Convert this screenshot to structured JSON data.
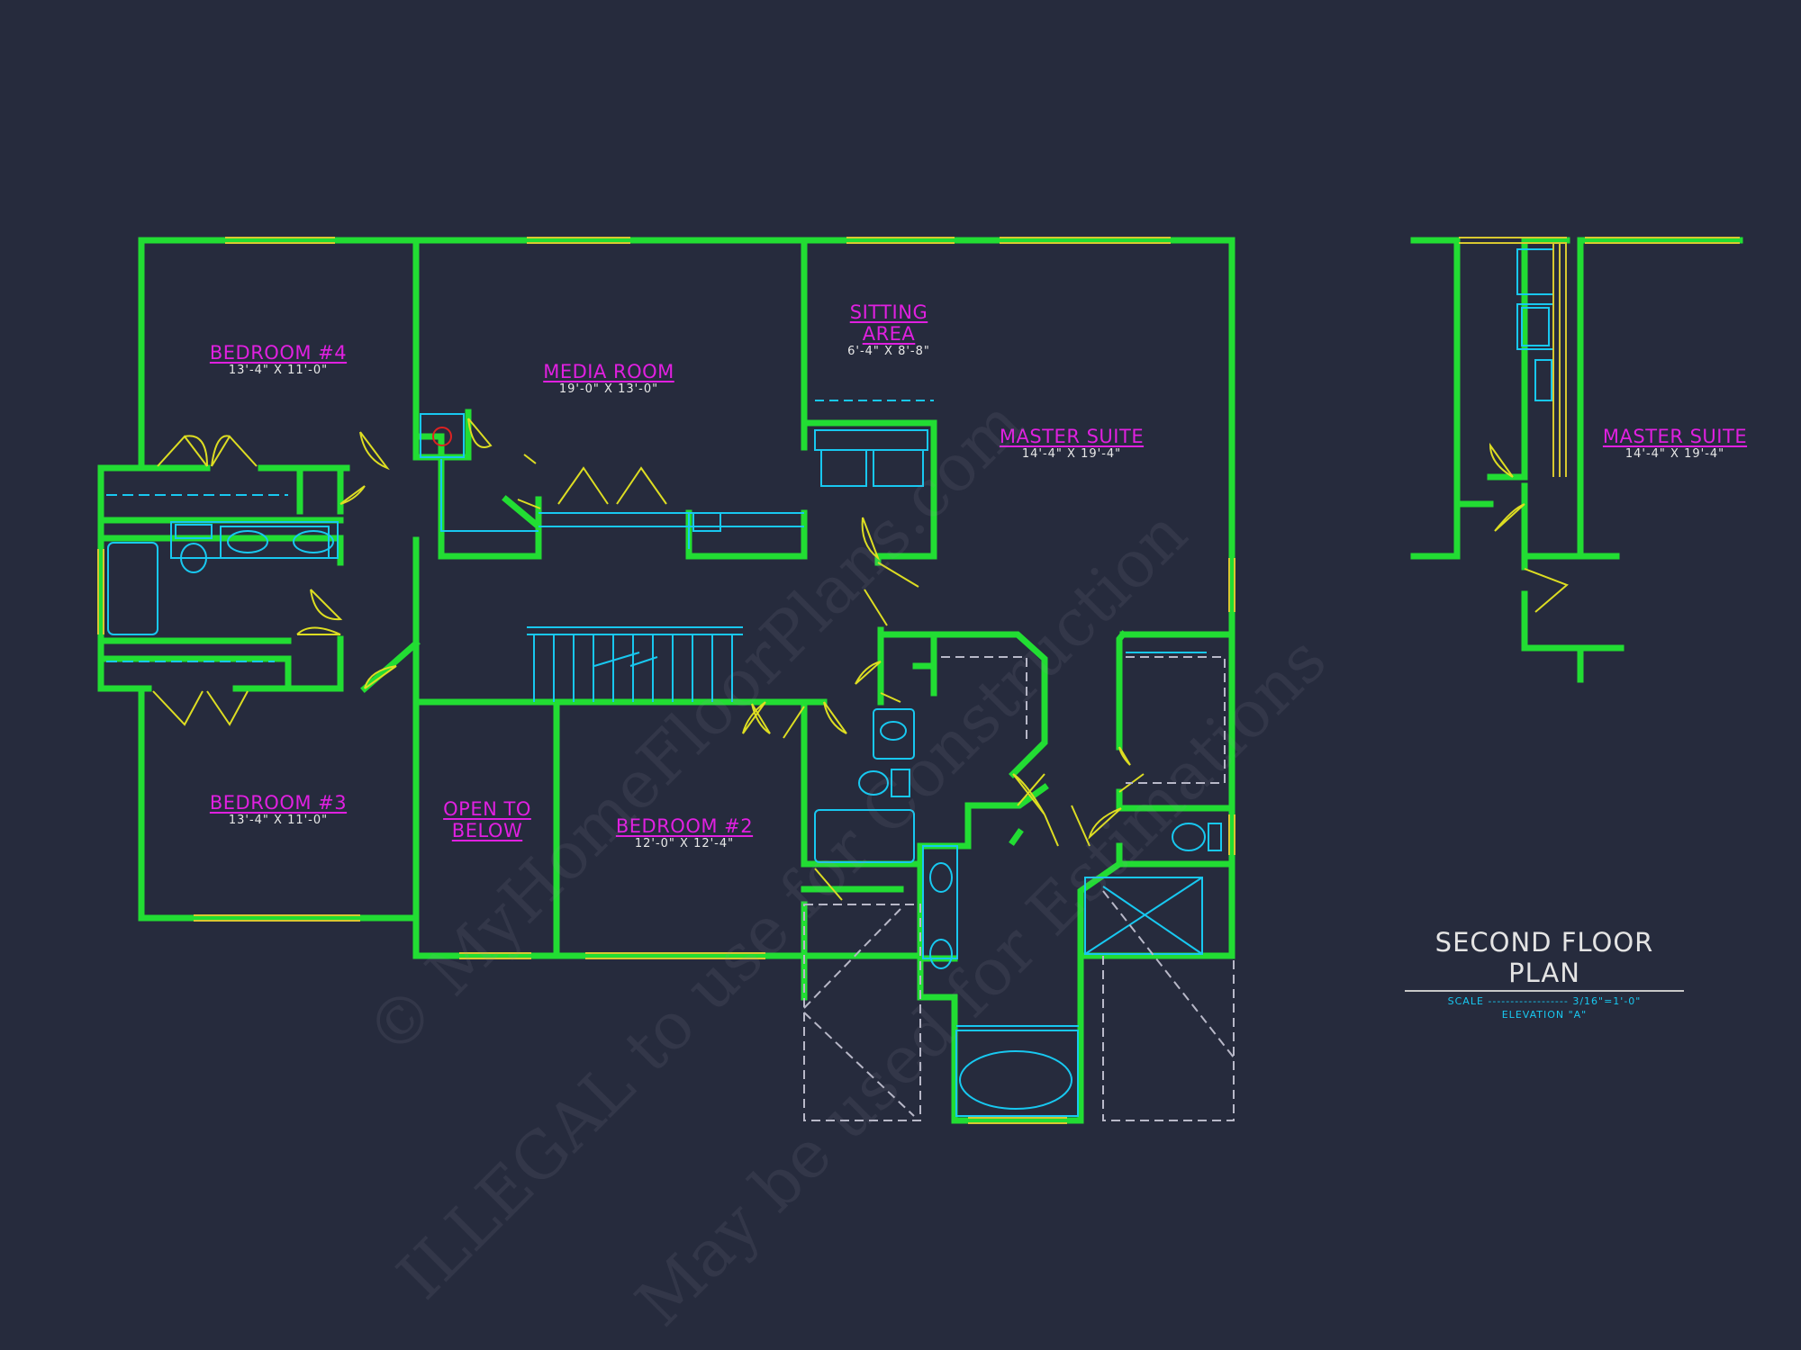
{
  "colors": {
    "background": "#262b3d",
    "walls": "#22dd33",
    "doors": "#dddd22",
    "fixtures": "#18c8f0",
    "room_labels": "#e020e0",
    "dimensions": "#e8e8e8"
  },
  "rooms": {
    "bedroom4": {
      "name": "BEDROOM #4",
      "dims": "13'-4\" X 11'-0\""
    },
    "media": {
      "name": "MEDIA ROOM",
      "dims": "19'-0\" X 13'-0\""
    },
    "sitting": {
      "name_line1": "SITTING",
      "name_line2": "AREA",
      "dims": "6'-4\" X 8'-8\""
    },
    "master": {
      "name": "MASTER SUITE",
      "dims": "14'-4\" X 19'-4\""
    },
    "bedroom3": {
      "name": "BEDROOM #3",
      "dims": "13'-4\" X 11'-0\""
    },
    "open": {
      "name_line1": "OPEN TO",
      "name_line2": "BELOW"
    },
    "bedroom2": {
      "name": "BEDROOM #2",
      "dims": "12'-0\" X 12'-4\""
    },
    "master_alt": {
      "name": "MASTER SUITE",
      "dims": "14'-4\" X 19'-4\""
    }
  },
  "title_block": {
    "title": "SECOND FLOOR PLAN",
    "scale": "SCALE ------------------ 3/16\"=1'-0\"",
    "elevation": "ELEVATION \"A\""
  },
  "watermarks": [
    "© MyHomeFloorPlans.com",
    "ILLEGAL to use for Construction",
    "May be used for Estimations"
  ]
}
